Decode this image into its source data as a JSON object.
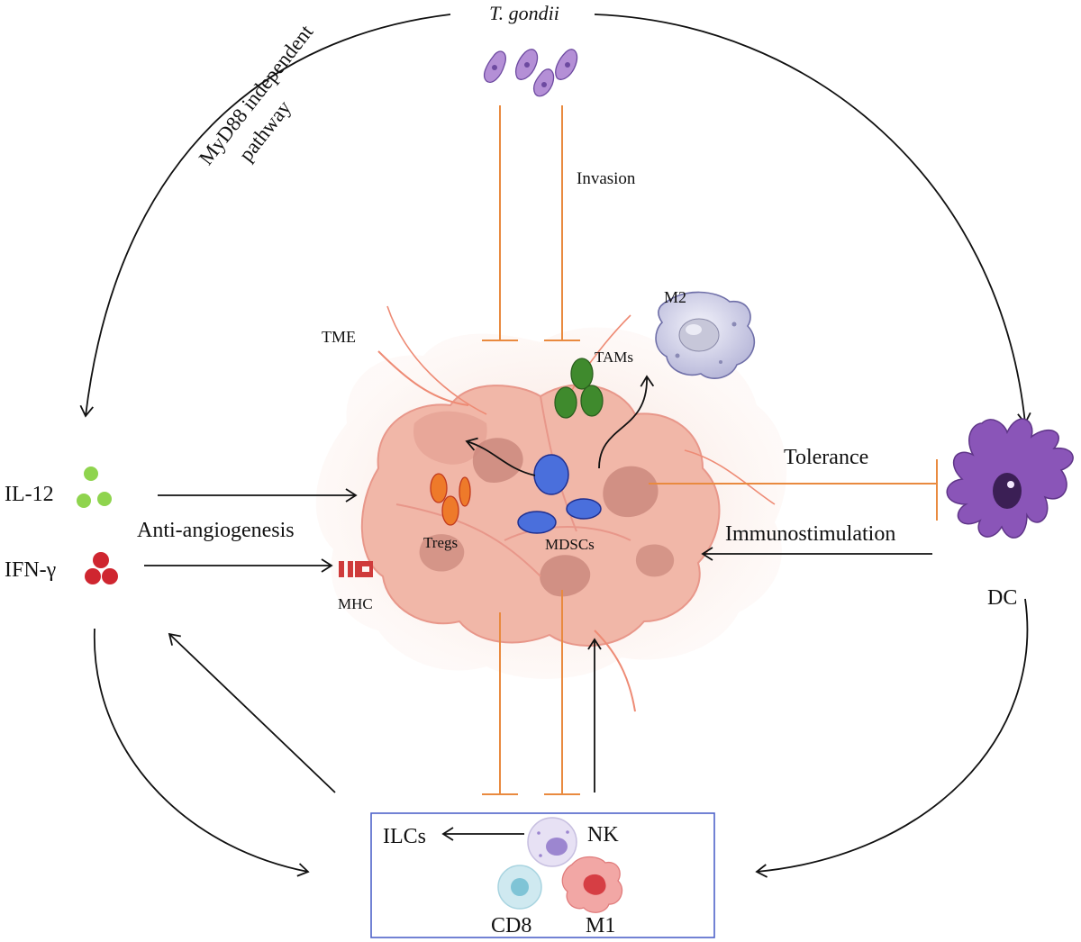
{
  "pathogen": {
    "name": "T. gondii"
  },
  "pathway": {
    "line1": "MyD88 independent",
    "line2": "pathway"
  },
  "labels": {
    "invasion": "Invasion",
    "tme": "TME",
    "m2": "M2",
    "tams": "TAMs",
    "tregs": "Tregs",
    "mdscs": "MDSCs",
    "mhc": "MHC",
    "tolerance": "Tolerance",
    "immunostimulation": "Immunostimulation",
    "dc": "DC",
    "il12": "IL-12",
    "ifng": "IFN-γ",
    "antiangiogenesis": "Anti-angiogenesis",
    "ilcs": "ILCs",
    "nk": "NK",
    "cd8": "CD8",
    "m1": "M1"
  },
  "colors": {
    "inhibition": "#e98a3f",
    "activation": "#111111",
    "il12": "#8fd44e",
    "ifng": "#cf2630",
    "tams": "#3f8a2d",
    "tregs": "#ee7a2a",
    "mdscs": "#4a6fdc",
    "dc": "#8a55b8",
    "tumor": "#f1b7a8",
    "box": "#4f63c9"
  }
}
